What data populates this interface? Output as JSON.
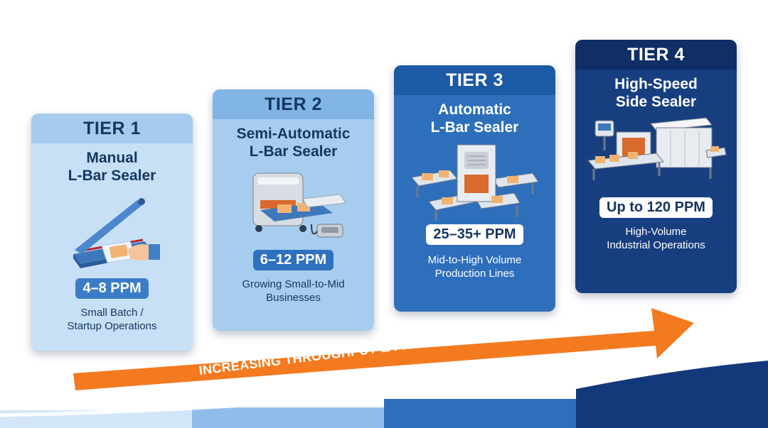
{
  "tiers": [
    {
      "header": "TIER 1",
      "title_line1": "Manual",
      "title_line2": "L-Bar Sealer",
      "ppm": "4–8 PPM",
      "desc_line1": "Small Batch /",
      "desc_line2": "Startup Operations"
    },
    {
      "header": "TIER 2",
      "title_line1": "Semi-Automatic",
      "title_line2": "L-Bar Sealer",
      "ppm": "6–12 PPM",
      "desc_line1": "Growing Small-to-Mid",
      "desc_line2": "Businesses"
    },
    {
      "header": "TIER 3",
      "title_line1": "Automatic",
      "title_line2": "L-Bar Sealer",
      "ppm": "25–35+ PPM",
      "desc_line1": "Mid-to-High Volume",
      "desc_line2": "Production Lines"
    },
    {
      "header": "TIER 4",
      "title_line1": "High-Speed",
      "title_line2": "Side Sealer",
      "ppm": "Up to 120 PPM",
      "desc_line1": "High-Volume",
      "desc_line2": "Industrial Operations"
    }
  ],
  "arrow": {
    "label": "INCREASING THROUGHPUT & PRODUCTION SPEED"
  },
  "colors": {
    "arrow": "#f47a1f",
    "tier1": "#c7e0f5",
    "tier2": "#a7cdee",
    "tier3": "#2e6fbc",
    "tier4": "#173f80"
  },
  "icons": [
    "hand-impulse-sealer-icon",
    "semi-auto-sealer-icon",
    "automatic-sealer-conveyor-icon",
    "side-sealer-tunnel-icon"
  ]
}
